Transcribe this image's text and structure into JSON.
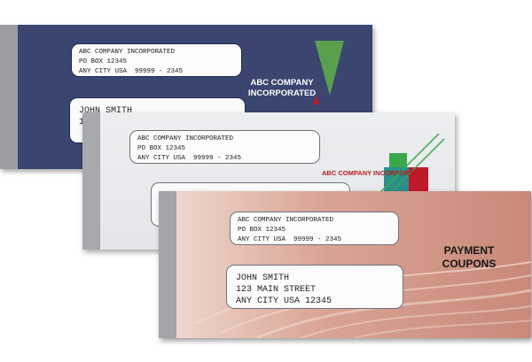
{
  "envelopes": [
    {
      "return_address": [
        "ABC COMPANY INCORPORATED",
        "PO BOX 12345",
        "ANY CITY USA  99999 - 2345"
      ],
      "recipient": [
        "JOHN SMITH",
        "1"
      ],
      "company_mark": [
        "ABC COMPANY",
        "INCORPORATED"
      ],
      "colors": {
        "background": "#3a4670",
        "triangle": "#5a9f4e",
        "accent": "#c0192a"
      }
    },
    {
      "return_address": [
        "ABC COMPANY INCORPORATED",
        "PO BOX 12345",
        "ANY CITY USA  99999 - 2345"
      ],
      "company_mark": "ABC COMPANY INCORPORATED",
      "colors": {
        "background": "#e6e8eb",
        "text": "#b51f1f",
        "square_green": "#3aa84a",
        "square_teal": "#2a8f8a",
        "square_red": "#c0192a"
      }
    },
    {
      "return_address": [
        "ABC COMPANY INCORPORATED",
        "PO BOX 12345",
        "ANY CITY USA  99999 - 2345"
      ],
      "recipient": [
        "JOHN SMITH",
        "123 MAIN STREET",
        "ANY CITY USA 12345"
      ],
      "title": [
        "PAYMENT",
        "COUPONS"
      ],
      "colors": {
        "background": "#d9a394"
      }
    }
  ]
}
